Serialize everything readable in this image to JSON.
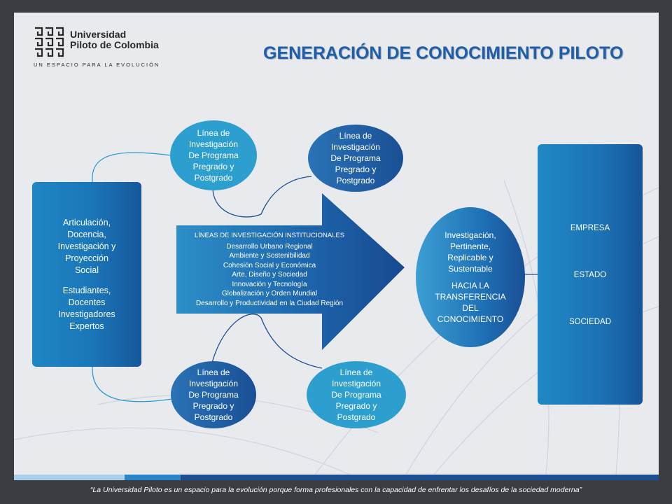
{
  "logo": {
    "name_line1": "Universidad",
    "name_line2": "Piloto de Colombia",
    "tagline": "UN ESPACIO PARA LA EVOLUCIÓN"
  },
  "title": "GENERACIÓN DE CONOCIMIENTO PILOTO",
  "left_box": {
    "group1": [
      "Articulación,",
      "Docencia,",
      "Investigación y",
      "Proyección",
      "Social"
    ],
    "group2": [
      "Estudiantes,",
      "Docentes",
      "Investigadores",
      "Expertos"
    ]
  },
  "ovals": {
    "top_left": [
      "Línea de",
      "Investigación",
      "De Programa",
      "Pregrado y",
      "Postgrado"
    ],
    "top_right": [
      "Línea de",
      "Investigación",
      "De Programa",
      "Pregrado y",
      "Postgrado"
    ],
    "bottom_left": [
      "Línea de",
      "Investigación",
      "De Programa",
      "Pregrado y",
      "Postgrado"
    ],
    "bottom_right": [
      "Línea de",
      "Investigación",
      "De Programa",
      "Pregrado y",
      "Postgrado"
    ]
  },
  "arrow": {
    "heading": "LÍNEAS DE INVESTIGACIÓN INSTITUCIONALES",
    "items": [
      "Desarrollo Urbano Regional",
      "Ambiente y Sostenibilidad",
      "Cohesión Social y Económica",
      "Arte, Diseño y Sociedad",
      "Innovación y Tecnología",
      "Globalización y Orden Mundial",
      "Desarrollo y Productividad  en la Ciudad Región"
    ]
  },
  "center_oval": {
    "group1": [
      "Investigación,",
      "Pertinente,",
      "Replicable y",
      "Sustentable"
    ],
    "group2": [
      "HACIA LA",
      "TRANSFERENCIA",
      "DEL",
      "CONOCIMIENTO"
    ]
  },
  "right_box": [
    "EMPRESA",
    "ESTADO",
    "SOCIEDAD"
  ],
  "footer": "“La Universidad Piloto es un espacio para la evolución porque forma profesionales con la capacidad de enfrentar los desafíos de la sociedad moderna”",
  "colors": {
    "title": "#1f5ea8",
    "light_blue": "#2c9fce",
    "dark_blue": "#1a4f95",
    "connector_light": "#2a9bd0",
    "connector_dark": "#1e4f97"
  }
}
